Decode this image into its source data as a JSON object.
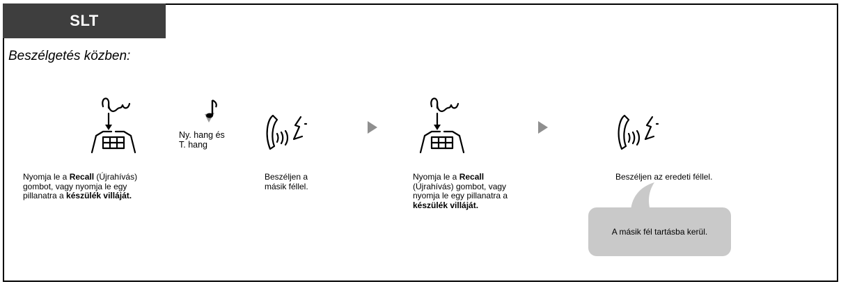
{
  "header": {
    "tab_label": "SLT"
  },
  "subtitle": "Beszélgetés közben:",
  "steps": [
    {
      "lines": [
        {
          "parts": [
            {
              "t": "Nyomja le a ",
              "b": false
            },
            {
              "t": "Recall",
              "b": true
            },
            {
              "t": " (Újrahívás)",
              "b": false
            }
          ]
        },
        {
          "parts": [
            {
              "t": "gombot, vagy nyomja le egy",
              "b": false
            }
          ]
        },
        {
          "parts": [
            {
              "t": "pillanatra a ",
              "b": false
            },
            {
              "t": "készülék villáját.",
              "b": true
            }
          ]
        }
      ]
    },
    {
      "lines": [
        {
          "parts": [
            {
              "t": "Beszéljen a",
              "b": false
            }
          ]
        },
        {
          "parts": [
            {
              "t": "másik féllel.",
              "b": false
            }
          ]
        }
      ]
    },
    {
      "lines": [
        {
          "parts": [
            {
              "t": "Nyomja le a ",
              "b": false
            },
            {
              "t": "Recall",
              "b": true
            }
          ]
        },
        {
          "parts": [
            {
              "t": "(Újrahívás) gombot, vagy",
              "b": false
            }
          ]
        },
        {
          "parts": [
            {
              "t": "nyomja le egy pillanatra a",
              "b": false
            }
          ]
        },
        {
          "parts": [
            {
              "t": "készülék villáját.",
              "b": true
            }
          ]
        }
      ]
    },
    {
      "lines": [
        {
          "parts": [
            {
              "t": "Beszéljen az eredeti féllel.",
              "b": false
            }
          ]
        }
      ]
    }
  ],
  "tone_label": {
    "line1": "Ny. hang és",
    "line2": "T. hang"
  },
  "bubble_text": "A másik fél tartásba kerül.",
  "icons": {
    "press_hook_1": "press-hookswitch-icon",
    "tone": "music-note-icon",
    "talk_1": "handset-talk-icon",
    "arrow_1": "arrow-right-icon",
    "press_hook_2": "press-hookswitch-icon",
    "arrow_2": "arrow-right-icon",
    "talk_2": "handset-talk-icon"
  },
  "colors": {
    "tab_bg": "#3e3e3e",
    "arrow": "#8f8f8f",
    "bubble": "#c9c9c9"
  }
}
